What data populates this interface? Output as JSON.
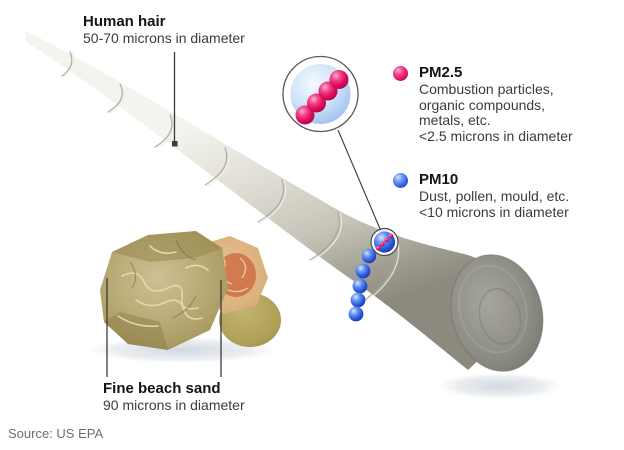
{
  "source": "Source: US EPA",
  "labels": {
    "hair": {
      "title": "Human hair",
      "subtitle": "50-70 microns in diameter"
    },
    "sand": {
      "title": "Fine beach sand",
      "subtitle": "90 microns in diameter"
    }
  },
  "legend": {
    "pm25": {
      "title": "PM2.5",
      "lines": [
        "Combustion particles,",
        "organic compounds,",
        "metals, etc.",
        "<2.5 microns in diameter"
      ],
      "color": "#e0105e"
    },
    "pm10": {
      "title": "PM10",
      "lines": [
        "Dust, pollen, mould, etc.",
        "<10 microns in diameter"
      ],
      "color": "#2d5ce0"
    }
  },
  "colors": {
    "pm25_sphere": "#e0105e",
    "pm10_sphere": "#2d5ce0",
    "hair_body": "#c9c8bc",
    "hair_cross_section": "#8b8a82",
    "sand_olive": "#b3a169",
    "sand_coral": "#cf6f45",
    "background": "#ffffff"
  }
}
